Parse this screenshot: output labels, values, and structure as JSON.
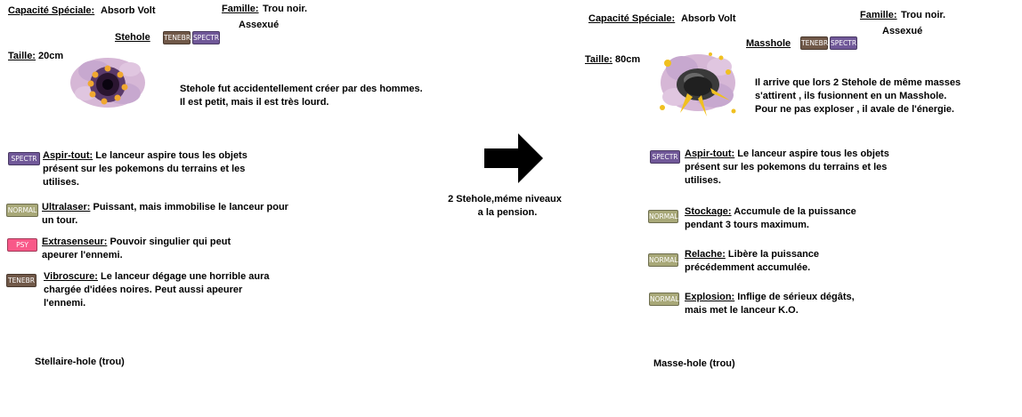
{
  "colors": {
    "tenebr": "#705848",
    "spectr": "#705898",
    "normal": "#a8a878",
    "psy": "#f85888",
    "arrow": "#000000"
  },
  "left": {
    "ability_label": "Capacité Spéciale:",
    "ability_value": "Absorb Volt",
    "family_label": "Famille:",
    "family_value": "Trou noir.",
    "gender": "Assexué",
    "name": "Stehole",
    "types": [
      "TENEBR",
      "SPECTR"
    ],
    "size_label": "Taille:",
    "size_value": "20cm",
    "description": [
      "Stehole fut accidentellement créer par des hommes.",
      "Il est petit, mais il est très lourd."
    ],
    "moves": [
      {
        "type": "SPECTR",
        "name": "Aspir-tout:",
        "text": "Le lanceur aspire tous les objets présent sur les pokemons du terrains et les utilises."
      },
      {
        "type": "NORMAL",
        "name": "Ultralaser:",
        "text": "Puissant, mais immobilise le lanceur pour un tour."
      },
      {
        "type": "PSY",
        "name": "Extrasenseur:",
        "text": "Pouvoir singulier qui peut apeurer l'ennemi."
      },
      {
        "type": "TENEBR",
        "name": "Vibroscure:",
        "text": "Le lanceur dégage une horrible aura chargée d'idées noires. Peut aussi apeurer l'ennemi."
      }
    ],
    "caption": "Stellaire-hole (trou)"
  },
  "middle": {
    "evolution_text": [
      "2 Stehole,méme niveaux",
      "a la pension."
    ]
  },
  "right": {
    "ability_label": "Capacité Spéciale:",
    "ability_value": "Absorb Volt",
    "family_label": "Famille:",
    "family_value": "Trou noir.",
    "gender": "Assexué",
    "name": "Masshole",
    "types": [
      "TENEBR",
      "SPECTR"
    ],
    "size_label": "Taille:",
    "size_value": "80cm",
    "description": [
      "Il arrive que lors 2 Stehole de même masses",
      "s'attirent , ils fusionnent en un Masshole.",
      "Pour ne pas exploser , il avale de l'énergie."
    ],
    "moves": [
      {
        "type": "SPECTR",
        "name": "Aspir-tout:",
        "text": "Le lanceur aspire tous les objets présent sur les pokemons du terrains et les utilises."
      },
      {
        "type": "NORMAL",
        "name": "Stockage:",
        "text": "Accumule de la puissance pendant 3 tours maximum."
      },
      {
        "type": "NORMAL",
        "name": "Relache:",
        "text": "Libère la puissance précédemment accumulée."
      },
      {
        "type": "NORMAL",
        "name": "Explosion:",
        "text": "Inflige de sérieux dégâts, mais met le lanceur K.O."
      }
    ],
    "caption": "Masse-hole (trou)"
  }
}
